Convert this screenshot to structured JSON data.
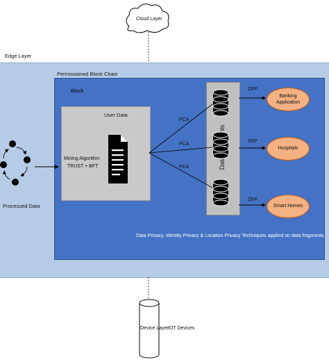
{
  "cloud_layer": {
    "label": "Cloud Layer"
  },
  "edge_layer": {
    "label": "Edge Layer"
  },
  "permissioned_block_chain": {
    "label": "Permissioned Block Chain"
  },
  "block": {
    "label": "Block"
  },
  "user_data": {
    "label": "User Data",
    "algorithm_line1": "Mining Algorithm",
    "algorithm_line2": "TRUST + BFT"
  },
  "processed_data": {
    "label": "Processed Data"
  },
  "pca": {
    "labels": [
      "PCA",
      "PCA",
      "PCA"
    ]
  },
  "data_fragments": {
    "label": "Data Fragments"
  },
  "zkp": {
    "labels": [
      "ZKP",
      "ZKP",
      "ZKP"
    ]
  },
  "applications": {
    "banking": "Banking\nApplication",
    "hospitals": "Hospitals",
    "smart_homes": "Smart Homes"
  },
  "privacy_note": "Data Privacy, Identity Privacy & Location Privacy Techniques applied on data fragments",
  "device_layer": {
    "label": "Device Layer",
    "iot_label": "IOT Devices"
  },
  "colors": {
    "edge_layer_fill": "#b6cbe6",
    "blockchain_fill": "#4472c4",
    "user_data_fill": "#c9c9c9",
    "fragments_fill": "#c0c0c0",
    "application_fill": "#f4b183",
    "application_stroke": "#c55a11"
  },
  "icons": [
    "cloud-icon",
    "recycle-arrows-icon",
    "document-icon",
    "database-icon",
    "cylinder-icon"
  ]
}
